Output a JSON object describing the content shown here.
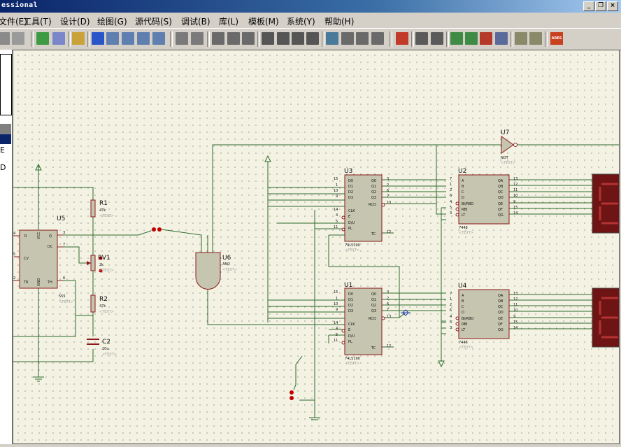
{
  "window": {
    "title": "essional"
  },
  "menu": [
    {
      "label": "文件(E)"
    },
    {
      "label": "工具(T)"
    },
    {
      "label": "设计(D)"
    },
    {
      "label": "绘图(G)"
    },
    {
      "label": "源代码(S)"
    },
    {
      "label": "调试(B)"
    },
    {
      "label": "库(L)"
    },
    {
      "label": "模板(M)"
    },
    {
      "label": "系统(Y)"
    },
    {
      "label": "帮助(H)"
    }
  ],
  "toolbar": {
    "ares_label": "ARES"
  },
  "left_panel": {
    "items": [
      "E",
      "D"
    ]
  },
  "schematic": {
    "placeholder": "<TEXT>",
    "u5": {
      "ref": "U5",
      "part": "555",
      "pins": {
        "r": "R",
        "q": "Q",
        "dc": "DC",
        "cv": "CV",
        "tr": "TR",
        "th": "TH",
        "vcc": "VCC",
        "gnd": "GND"
      },
      "nums": {
        "n3": "3",
        "n7": "7",
        "n6": "6",
        "n4": "4",
        "n5": "5",
        "n2": "2"
      }
    },
    "r1": {
      "ref": "R1",
      "value": "47k"
    },
    "rv1": {
      "ref": "RV1",
      "value": "2k"
    },
    "r2": {
      "ref": "R2",
      "value": "47k"
    },
    "c2": {
      "ref": "C2",
      "value": "10u"
    },
    "u6": {
      "ref": "U6",
      "part": "AND"
    },
    "u7": {
      "ref": "U7",
      "part": "NOT"
    },
    "u3": {
      "ref": "U3",
      "part": "74LS190"
    },
    "u1": {
      "ref": "U1",
      "part": "74LS190"
    },
    "u2": {
      "ref": "U2",
      "part": "7448"
    },
    "u4": {
      "ref": "U4",
      "part": "7448"
    },
    "counter_pins": {
      "left": [
        "D0",
        "D1",
        "D2",
        "D3",
        "CLK",
        "E",
        "D/U",
        "PL"
      ],
      "left_nums": [
        "15",
        "1",
        "10",
        "9",
        "14",
        "4",
        "5",
        "11"
      ],
      "right": [
        "Q0",
        "Q1",
        "Q2",
        "Q3",
        "RCO",
        "TC"
      ],
      "right_nums": [
        "3",
        "2",
        "6",
        "7",
        "13",
        "12"
      ]
    },
    "decoder_pins": {
      "left": [
        "A",
        "B",
        "C",
        "D",
        "BI/RBO",
        "RBI",
        "LT"
      ],
      "left_nums": [
        "7",
        "1",
        "2",
        "6",
        "4",
        "5",
        "3"
      ],
      "right": [
        "QA",
        "QB",
        "QC",
        "QD",
        "QE",
        "QF",
        "QG"
      ],
      "right_nums": [
        "13",
        "12",
        "11",
        "10",
        "9",
        "15",
        "14"
      ]
    }
  }
}
